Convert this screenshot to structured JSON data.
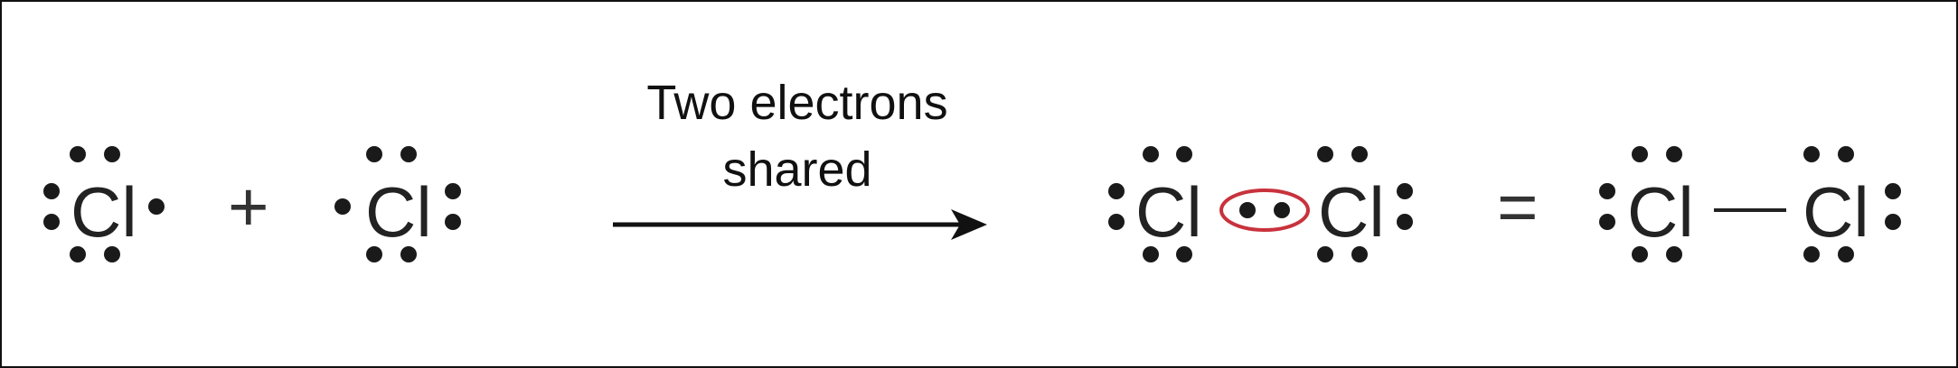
{
  "reaction": {
    "left_atom_1": "Cl",
    "plus_sign": "+",
    "left_atom_2": "Cl",
    "arrow_label_line1": "Two electrons",
    "arrow_label_line2": "shared",
    "molecule_dots_atom_1": "Cl",
    "molecule_dots_atom_2": "Cl",
    "equals_sign": "=",
    "molecule_bond_atom_1": "Cl",
    "molecule_bond_atom_2": "Cl"
  },
  "colors": {
    "shared_pair_highlight": "#c8323c",
    "ink": "#1a1a1a"
  }
}
